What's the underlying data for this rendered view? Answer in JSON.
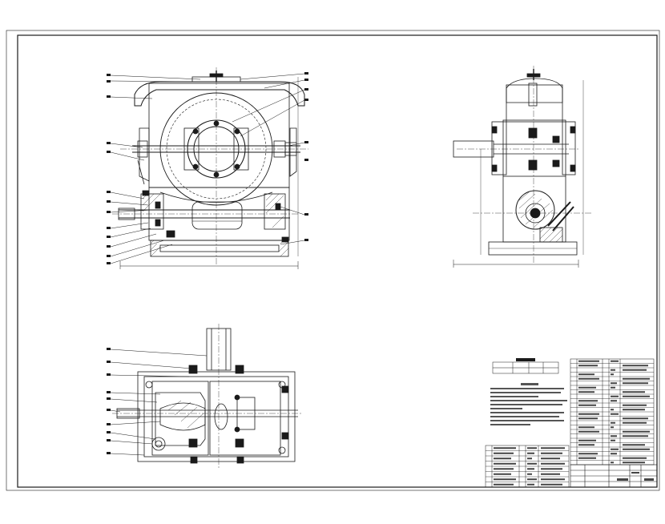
{
  "drawing": {
    "description_visible_text": [],
    "colors": {
      "line": "#1a1a1a",
      "paper": "#ffffff",
      "hatch": "#333333"
    }
  },
  "views": {
    "front": {
      "name": "front-view"
    },
    "side": {
      "name": "side-view"
    },
    "top": {
      "name": "top-view"
    }
  },
  "parts_list": {
    "rows": 24
  },
  "title_block": {
    "rows": 8
  }
}
